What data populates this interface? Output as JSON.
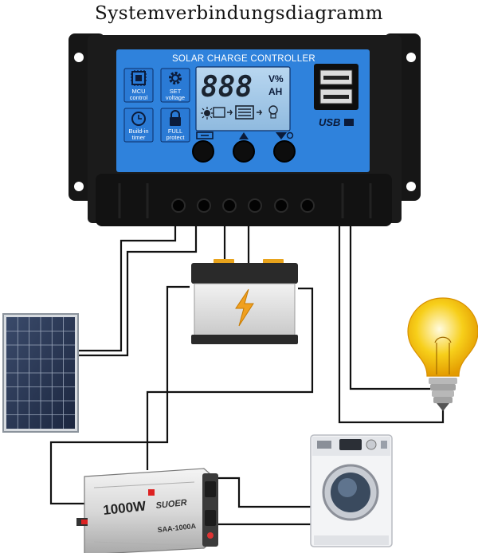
{
  "title": "Systemverbindungsdiagramm",
  "controller": {
    "header": "SOLAR CHARGE CONTROLLER",
    "features": [
      {
        "icon": "chip-icon",
        "line1": "MCU",
        "line2": "control"
      },
      {
        "icon": "gear-icon",
        "line1": "SET",
        "line2": "voltage"
      },
      {
        "icon": "clock-icon",
        "line1": "Build-in",
        "line2": "timer"
      },
      {
        "icon": "lock-icon",
        "line1": "FULL",
        "line2": "protect"
      }
    ],
    "lcd": {
      "digits": "888",
      "unit_top": "V%",
      "unit_bottom": "AH"
    },
    "usb_label": "USB"
  },
  "inverter": {
    "brand": "SUOER",
    "power": "1000W",
    "model": "SAA-1000A"
  },
  "colors": {
    "panel_blue": "#2f82dc",
    "case_black": "#161616",
    "wire": "#111111",
    "battery_terminal": "#e8a31c",
    "bulb_yellow": "#f5c400"
  }
}
